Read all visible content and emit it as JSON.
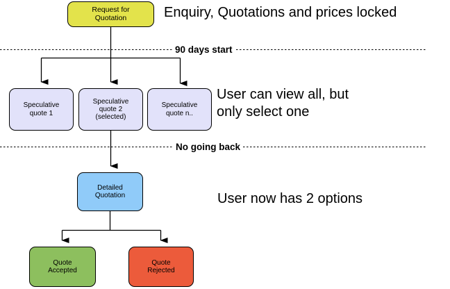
{
  "diagram": {
    "title_nodes": {
      "rfq": "Request for\nQuotation",
      "speculative_1": "Speculative\nquote 1",
      "speculative_2": "Speculative\nquote 2\n(selected)",
      "speculative_n": "Speculative\nquote n..",
      "detailed": "Detailed\nQuotation",
      "accepted": "Quote\nAccepted",
      "rejected": "Quote\nRejected"
    },
    "annotations": [
      {
        "text": "Enquiry, Quotations and prices locked"
      },
      {
        "text": "User can view all, but\nonly select one"
      },
      {
        "text": "User now has 2 options"
      }
    ],
    "phase_dividers": [
      {
        "label": "90 days start"
      },
      {
        "label": "No going back"
      }
    ],
    "colors": {
      "rfq_fill": "#e3e34b",
      "speculative_fill": "#e2e2fa",
      "detailed_fill": "#90cbf9",
      "accepted_fill": "#8dbf5e",
      "rejected_fill": "#ec5b3b",
      "stroke": "#000000",
      "background": "#ffffff"
    }
  }
}
